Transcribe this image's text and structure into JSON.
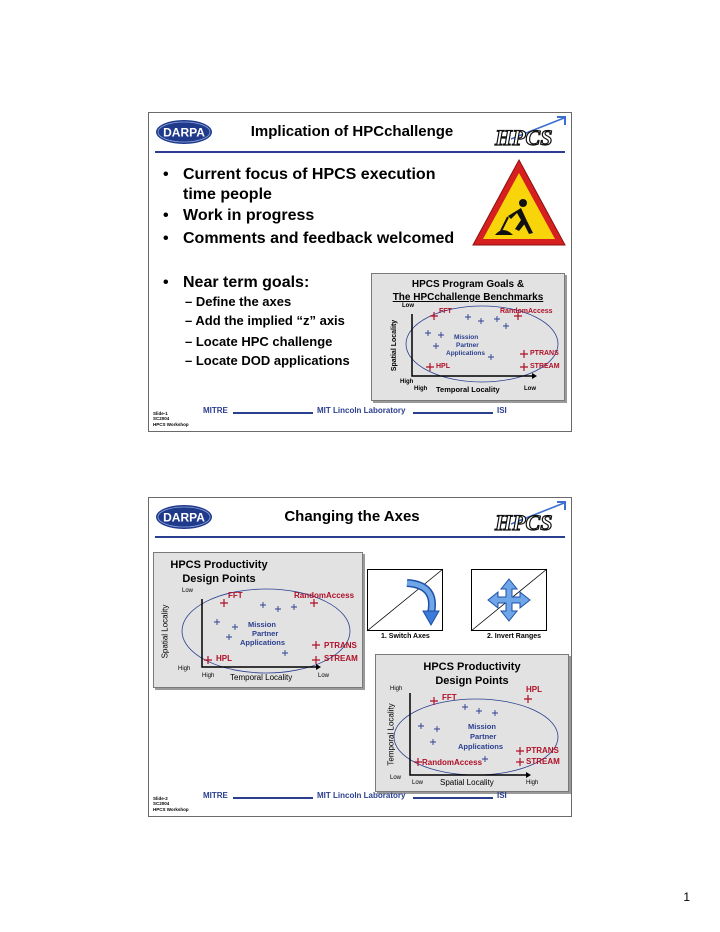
{
  "slide1": {
    "title": "Implication of HPCchallenge",
    "bullets": [
      "Current focus of HPCS execution time people",
      "Work in progress",
      "Comments and feedback welcomed"
    ],
    "bullet1_line1": "Current focus of HPCS execution",
    "bullet1_line2": "time people",
    "near_term": "Near term goals:",
    "subitems": [
      "Define the axes",
      "Add the implied “z” axis",
      "Locate HPC challenge",
      "Locate DOD applications"
    ],
    "panel": {
      "title1": "HPCS Program Goals &",
      "title2": "The HPCchallenge Benchmarks",
      "y_low": "Low",
      "y_high": "High",
      "x_high": "High",
      "x_low": "Low",
      "ylabel": "Spatial Locality",
      "xlabel": "Temporal Locality",
      "fft": "FFT",
      "random": "RandomAccess",
      "mission1": "Mission",
      "mission2": "Partner",
      "mission3": "Applications",
      "ptrans": "PTRANS",
      "hpl": "HPL",
      "stream": "STREAM"
    },
    "footer": {
      "left": "MITRE",
      "center": "MIT Lincoln Laboratory",
      "right": "ISI"
    },
    "slide_info": [
      "Slide-1",
      "SC2004",
      "HPCS Workshop"
    ]
  },
  "slide2": {
    "title": "Changing the Axes",
    "panel1": {
      "title1": "HPCS Productivity",
      "title2": "Design Points",
      "y_low": "Low",
      "y_high": "High",
      "x_high": "High",
      "x_low": "Low",
      "ylabel": "Spatial Locality",
      "xlabel": "Temporal Locality",
      "fft": "FFT",
      "random": "RandomAccess",
      "mission1": "Mission",
      "mission2": "Partner",
      "mission3": "Applications",
      "ptrans": "PTRANS",
      "hpl": "HPL",
      "stream": "STREAM"
    },
    "switch_label": "1. Switch Axes",
    "invert_label": "2. Invert Ranges",
    "panel2": {
      "title1": "HPCS Productivity",
      "title2": "Design Points",
      "y_high": "High",
      "y_low": "Low",
      "x_low": "Low",
      "x_high": "High",
      "ylabel": "Temporal Locality",
      "xlabel": "Spatial Locality",
      "hpl": "HPL",
      "fft": "FFT",
      "mission1": "Mission",
      "mission2": "Partner",
      "mission3": "Applications",
      "ptrans": "PTRANS",
      "stream": "STREAM",
      "random": "RandomAccess"
    },
    "footer": {
      "left": "MITRE",
      "center": "MIT Lincoln Laboratory",
      "right": "ISI"
    },
    "slide_info": [
      "Slide-2",
      "SC2004",
      "HPCS Workshop"
    ]
  },
  "page_number": "1",
  "colors": {
    "accent_blue": "#2b3f8f",
    "benchmark_red": "#b01028",
    "panel_gray": "#e2e2e2",
    "sign_yellow": "#f7d50a",
    "sign_red": "#d62020"
  },
  "icons": [
    "darpa-logo",
    "hpcs-logo",
    "road-work-sign-icon",
    "rotate-arrow-icon",
    "four-way-arrow-icon"
  ]
}
